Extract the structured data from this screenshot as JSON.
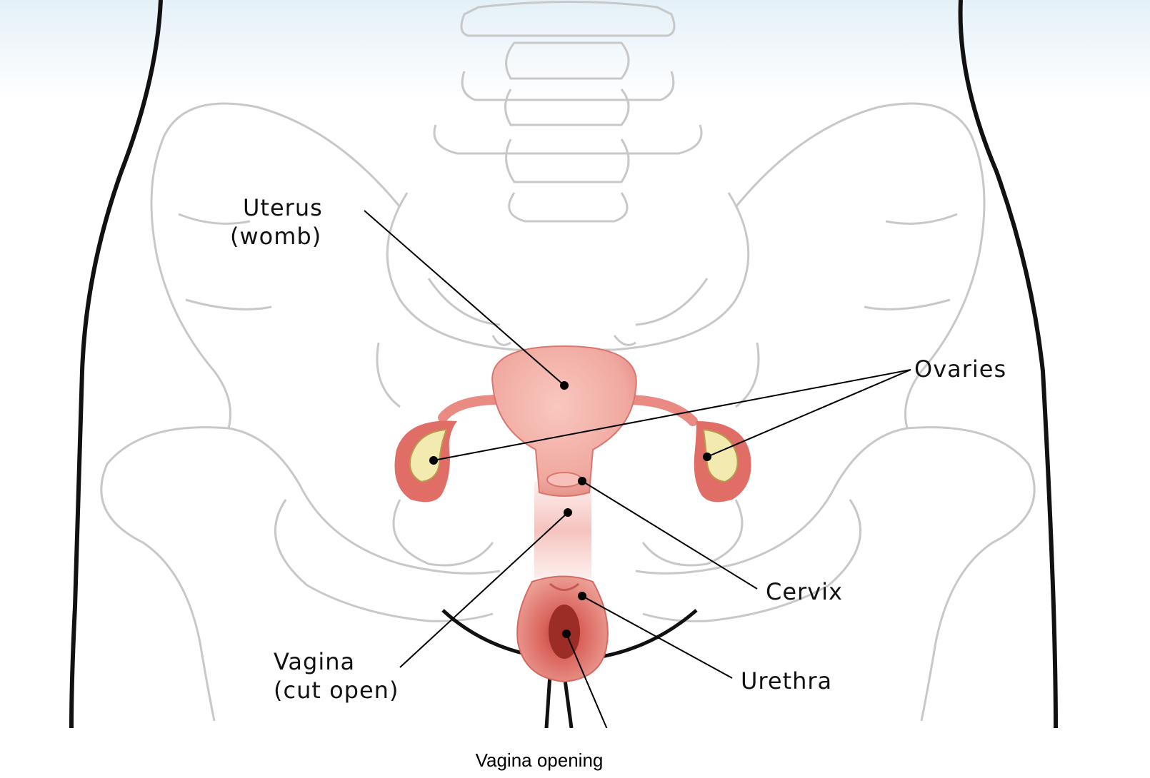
{
  "labels": {
    "uterus_line1": "Uterus",
    "uterus_line2": "(womb)",
    "ovaries": "Ovaries",
    "cervix": "Cervix",
    "vagina_line1": "Vagina",
    "vagina_line2": "(cut open)",
    "urethra": "Urethra"
  },
  "caption": "Vagina opening",
  "colors": {
    "body_outline": "#111111",
    "bone_outline": "#c8c8c8",
    "organ_fill": "#f0a8a0",
    "organ_dark": "#d9534f",
    "ovary_fill": "#f3eab0",
    "sky_gradient_top": "#e4f0f8"
  }
}
